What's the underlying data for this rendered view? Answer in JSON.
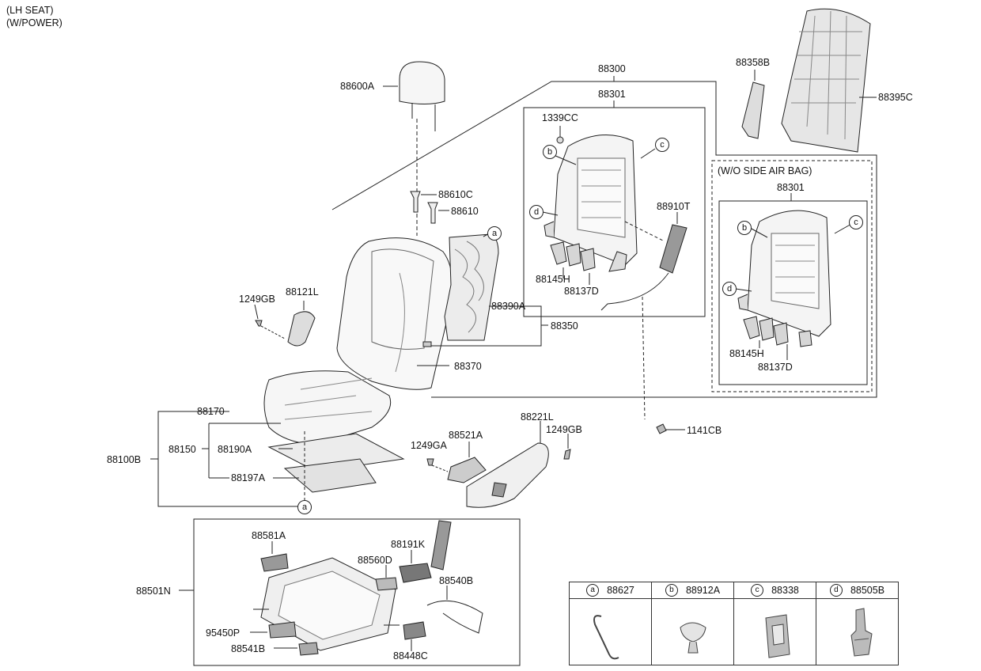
{
  "header": {
    "line1": "(LH SEAT)",
    "line2": "(W/POWER)"
  },
  "labels": {
    "p88600A": "88600A",
    "p88300": "88300",
    "p88301": "88301",
    "p1339CC": "1339CC",
    "p88910T": "88910T",
    "p88145H": "88145H",
    "p88137D": "88137D",
    "p88358B": "88358B",
    "p88395C": "88395C",
    "wo_side_airbag": "(W/O SIDE AIR BAG)",
    "p88301b": "88301",
    "p88145Hb": "88145H",
    "p88137Db": "88137D",
    "p88610C": "88610C",
    "p88610": "88610",
    "p1249GB_left": "1249GB",
    "p88121L": "88121L",
    "p88390A": "88390A",
    "p88350": "88350",
    "p88370": "88370",
    "p88170": "88170",
    "p88100B": "88100B",
    "p88150": "88150",
    "p88190A": "88190A",
    "p88197A": "88197A",
    "p88521A": "88521A",
    "p1249GA": "1249GA",
    "p88221L": "88221L",
    "p1249GB_right": "1249GB",
    "p1141CB": "1141CB",
    "p88501N": "88501N",
    "p88581A": "88581A",
    "p88191K": "88191K",
    "p88560D": "88560D",
    "p88540B": "88540B",
    "p95450P": "95450P",
    "p88541B": "88541B",
    "p88448C": "88448C"
  },
  "callouts": {
    "a": "a",
    "b": "b",
    "c": "c",
    "d": "d"
  },
  "legend": [
    {
      "key": "a",
      "part": "88627",
      "icon": "clip-hook-icon"
    },
    {
      "key": "b",
      "part": "88912A",
      "icon": "push-pin-clip-icon"
    },
    {
      "key": "c",
      "part": "88338",
      "icon": "bracket-clip-icon"
    },
    {
      "key": "d",
      "part": "88505B",
      "icon": "motor-pin-icon"
    }
  ]
}
